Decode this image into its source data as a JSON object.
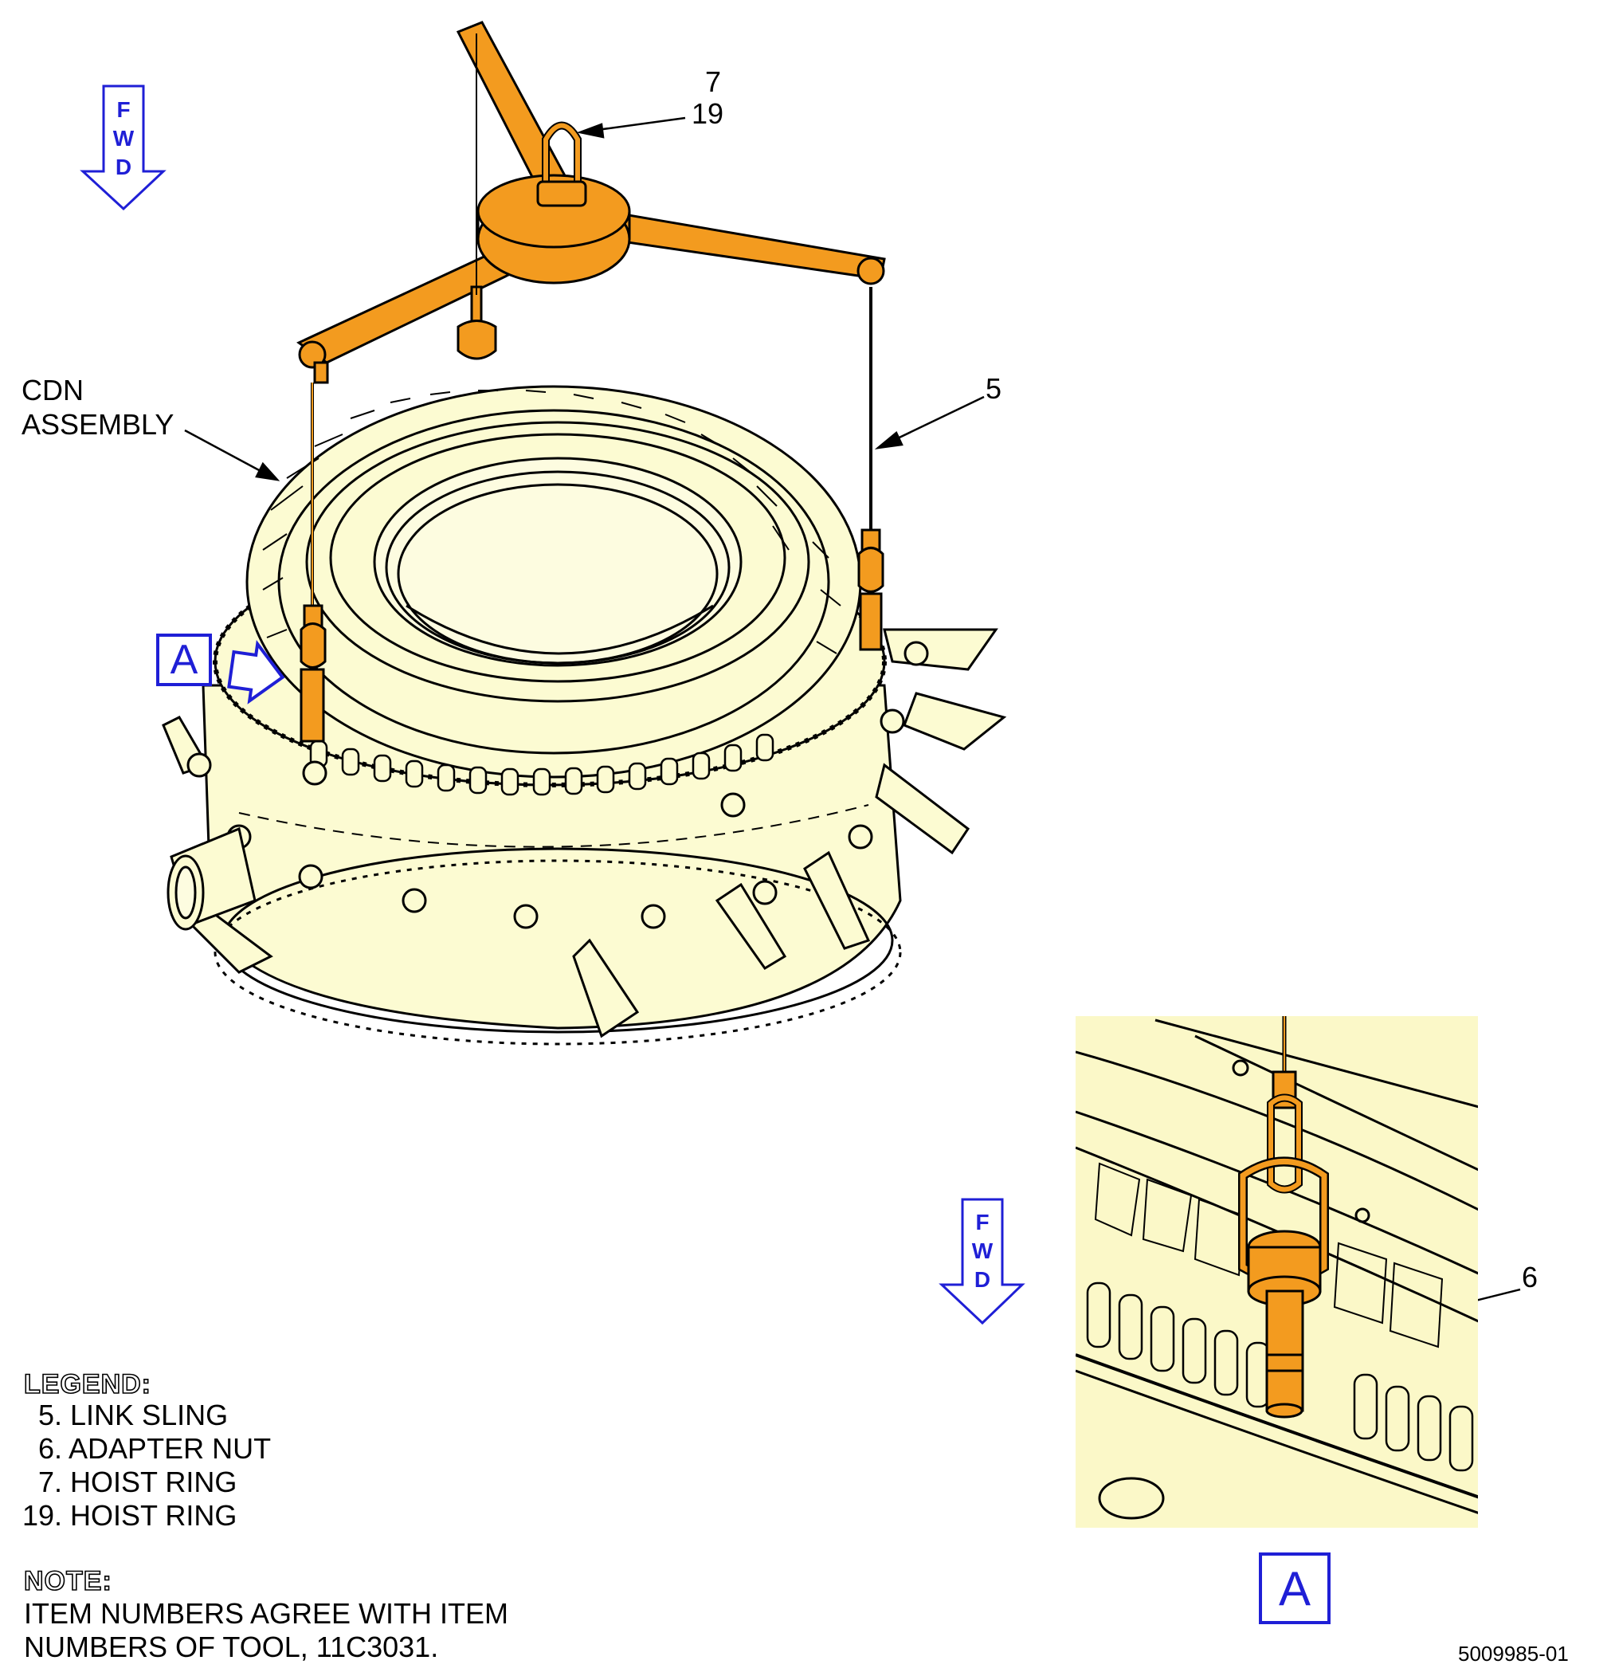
{
  "callouts": {
    "item7": "7",
    "item19": "19",
    "item5": "5",
    "item6": "6",
    "cdn_line1": "CDN",
    "cdn_line2": "ASSEMBLY"
  },
  "fwd_marker": {
    "letters": [
      "F",
      "W",
      "D"
    ],
    "color": "#1f1fd6"
  },
  "view_label": "A",
  "legend": {
    "title": "LEGEND:",
    "items": [
      "5. LINK SLING",
      "6. ADAPTER NUT",
      "7. HOIST RING",
      "19. HOIST RING"
    ]
  },
  "note": {
    "title": "NOTE:",
    "lines": [
      "ITEM NUMBERS AGREE WITH ITEM",
      "NUMBERS OF TOOL, 11C3031."
    ]
  },
  "figure_number": "5009985-01",
  "colors": {
    "tool": "#f39b1f",
    "assembly": "#fcfbd2",
    "view_background": "#fbf8c8",
    "accent": "#1f1fd6"
  }
}
